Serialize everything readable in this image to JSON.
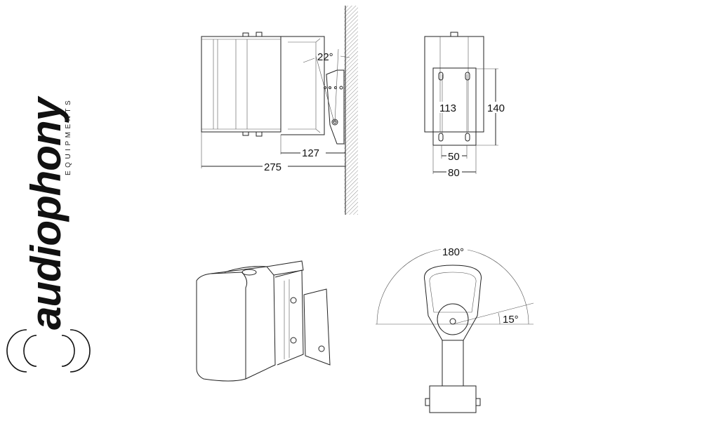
{
  "logo": {
    "brand": "audiophony",
    "tagline": "EQUIPMENTS"
  },
  "side_view": {
    "angle_label": "22°",
    "depth_bracket": "127",
    "depth_total": "275"
  },
  "front_view": {
    "hole_spacing_v": "113",
    "plate_height": "140",
    "hole_spacing_h": "50",
    "plate_width": "80"
  },
  "rotation_view": {
    "rotation_label": "180°",
    "tilt_label": "15°"
  }
}
